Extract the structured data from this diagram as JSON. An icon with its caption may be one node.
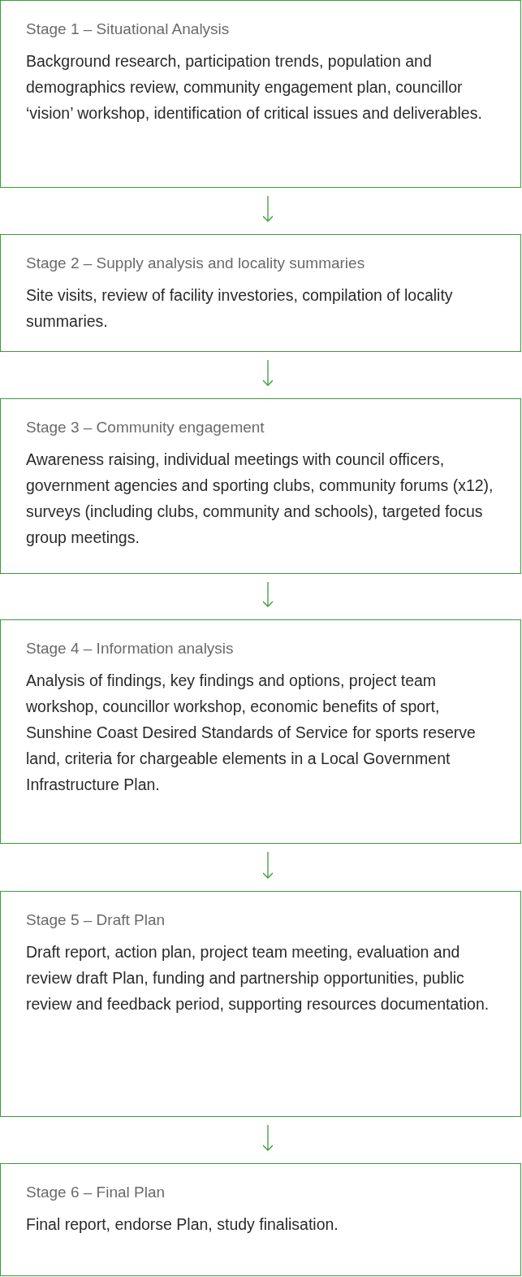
{
  "diagram": {
    "nodes": [
      {
        "text": [
          "Stage 1 – Situational Analysis",
          "Background research, participation trends, population and demographics review, community engagement plan, councillor ‘vision’ workshop, identification of critical issues and deliverables."
        ]
      },
      {
        "text": [
          "Stage 2 – Supply analysis and locality summaries",
          "Site visits, review of facility investories, compilation of locality summaries."
        ]
      },
      {
        "text": [
          "Stage 3 – Community engagement",
          "Awareness raising, individual meetings with council officers, government agencies and sporting clubs, community forums (x12), surveys (including clubs, community and schools), targeted focus group meetings."
        ]
      },
      {
        "text": [
          "Stage 4 – Information analysis",
          "Analysis of findings, key findings and options, project team workshop, councillor workshop, economic benefits of sport, Sunshine Coast Desired Standards of Service for sports reserve land, criteria for chargeable elements in a Local Government Infrastructure Plan."
        ]
      },
      {
        "text": [
          "Stage 5 – Draft Plan",
          "Draft report, action plan, project team meeting, evaluation and review draft Plan, funding and partnership opportunities, public review and feedback period, supporting resources documentation."
        ]
      },
      {
        "text": [
          "Stage 6 – Final Plan",
          "Final report, endorse Plan, study finalisation."
        ]
      }
    ],
    "edges": [
      {
        "from": 0,
        "to": 1,
        "arrow": "to"
      },
      {
        "from": 1,
        "to": 2,
        "arrow": "to"
      },
      {
        "from": 2,
        "to": 3,
        "arrow": "to"
      },
      {
        "from": 3,
        "to": 4,
        "arrow": "to"
      },
      {
        "from": 4,
        "to": 5,
        "arrow": "to"
      }
    ]
  }
}
